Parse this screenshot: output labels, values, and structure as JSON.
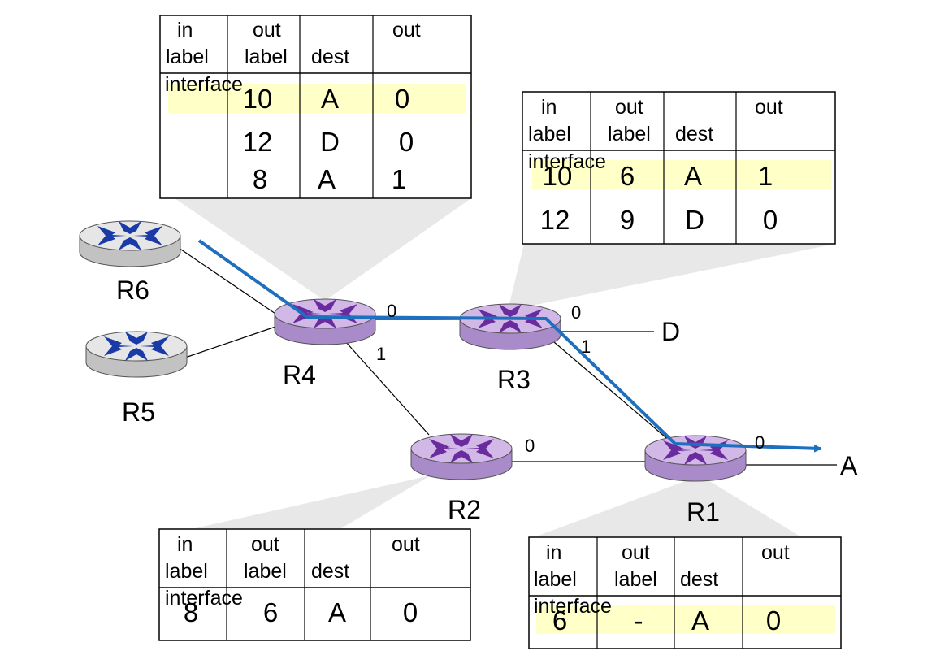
{
  "colors": {
    "highlight": "#ffffc8",
    "path": "#1f6fbf",
    "router_purple_top": "#d2b8e6",
    "router_purple_side": "#a98bc9",
    "router_purple_x": "#6a2b9e",
    "router_gray_top": "#e6e6e6",
    "router_gray_side": "#c2c2c2",
    "router_gray_x": "#1a3aa8"
  },
  "tables": {
    "headers": {
      "in_label": [
        "in",
        "label"
      ],
      "out_label": [
        "out",
        "label"
      ],
      "dest": "dest",
      "out_interface_a": "out",
      "out_interface_b": "interface"
    },
    "r4": {
      "rows": [
        [
          "",
          "10",
          "A",
          "0"
        ],
        [
          "",
          "12",
          "D",
          "0"
        ],
        [
          "",
          "8",
          "A",
          "1"
        ]
      ],
      "highlight_row": 0
    },
    "r3": {
      "rows": [
        [
          "10",
          "6",
          "A",
          "1"
        ],
        [
          "12",
          "9",
          "D",
          "0"
        ]
      ],
      "highlight_row": 0
    },
    "r2": {
      "rows": [
        [
          "8",
          "6",
          "A",
          "0"
        ]
      ]
    },
    "r1": {
      "rows": [
        [
          "6",
          "-",
          "A",
          "0"
        ]
      ],
      "highlight_row": 0
    }
  },
  "routers": {
    "r1": {
      "name": "R1",
      "style": "purple"
    },
    "r2": {
      "name": "R2",
      "style": "purple"
    },
    "r3": {
      "name": "R3",
      "style": "purple"
    },
    "r4": {
      "name": "R4",
      "style": "purple"
    },
    "r5": {
      "name": "R5",
      "style": "gray"
    },
    "r6": {
      "name": "R6",
      "style": "gray"
    }
  },
  "ports": {
    "r4_0": "0",
    "r4_1": "1",
    "r3_0": "0",
    "r3_1": "1",
    "r2_0": "0",
    "r1_0": "0"
  },
  "destinations": {
    "d": "D",
    "a": "A"
  }
}
